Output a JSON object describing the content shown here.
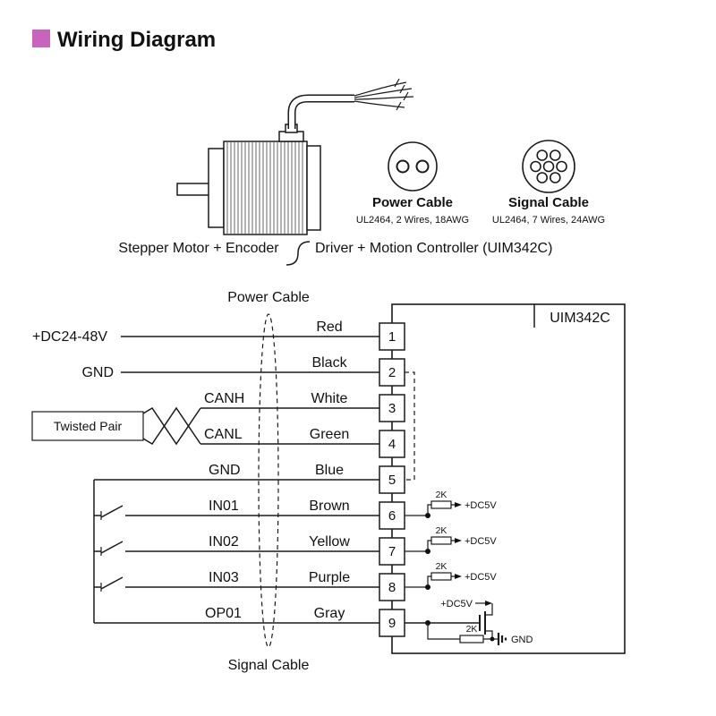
{
  "page_title": "Wiring Diagram",
  "colors": {
    "accent": "#C864BE"
  },
  "overview": {
    "motor_label": "Stepper Motor + Encoder",
    "driver_label": "Driver + Motion Controller (UIM342C)",
    "power_cable": {
      "title": "Power Cable",
      "spec": "UL2464, 2 Wires, 18AWG"
    },
    "signal_cable": {
      "title": "Signal Cable",
      "spec": "UL2464, 7 Wires, 24AWG"
    }
  },
  "diagram": {
    "controller_label": "UIM342C",
    "power_cable_label": "Power Cable",
    "signal_cable_label": "Signal Cable",
    "twisted_pair_label": "Twisted Pair",
    "pullup_resistor_label": "2K",
    "pullup_supply_label": "+DC5V",
    "output": {
      "supply_label": "+DC5V",
      "resistor_label": "2K",
      "ground_label": "GND"
    },
    "rows": [
      {
        "signal": "+DC24-48V",
        "color": "Red",
        "pin": "1"
      },
      {
        "signal": "GND",
        "color": "Black",
        "pin": "2"
      },
      {
        "signal": "CANH",
        "color": "White",
        "pin": "3"
      },
      {
        "signal": "CANL",
        "color": "Green",
        "pin": "4"
      },
      {
        "signal": "GND",
        "color": "Blue",
        "pin": "5"
      },
      {
        "signal": "IN01",
        "color": "Brown",
        "pin": "6"
      },
      {
        "signal": "IN02",
        "color": "Yellow",
        "pin": "7"
      },
      {
        "signal": "IN03",
        "color": "Purple",
        "pin": "8"
      },
      {
        "signal": "OP01",
        "color": "Gray",
        "pin": "9"
      }
    ]
  }
}
